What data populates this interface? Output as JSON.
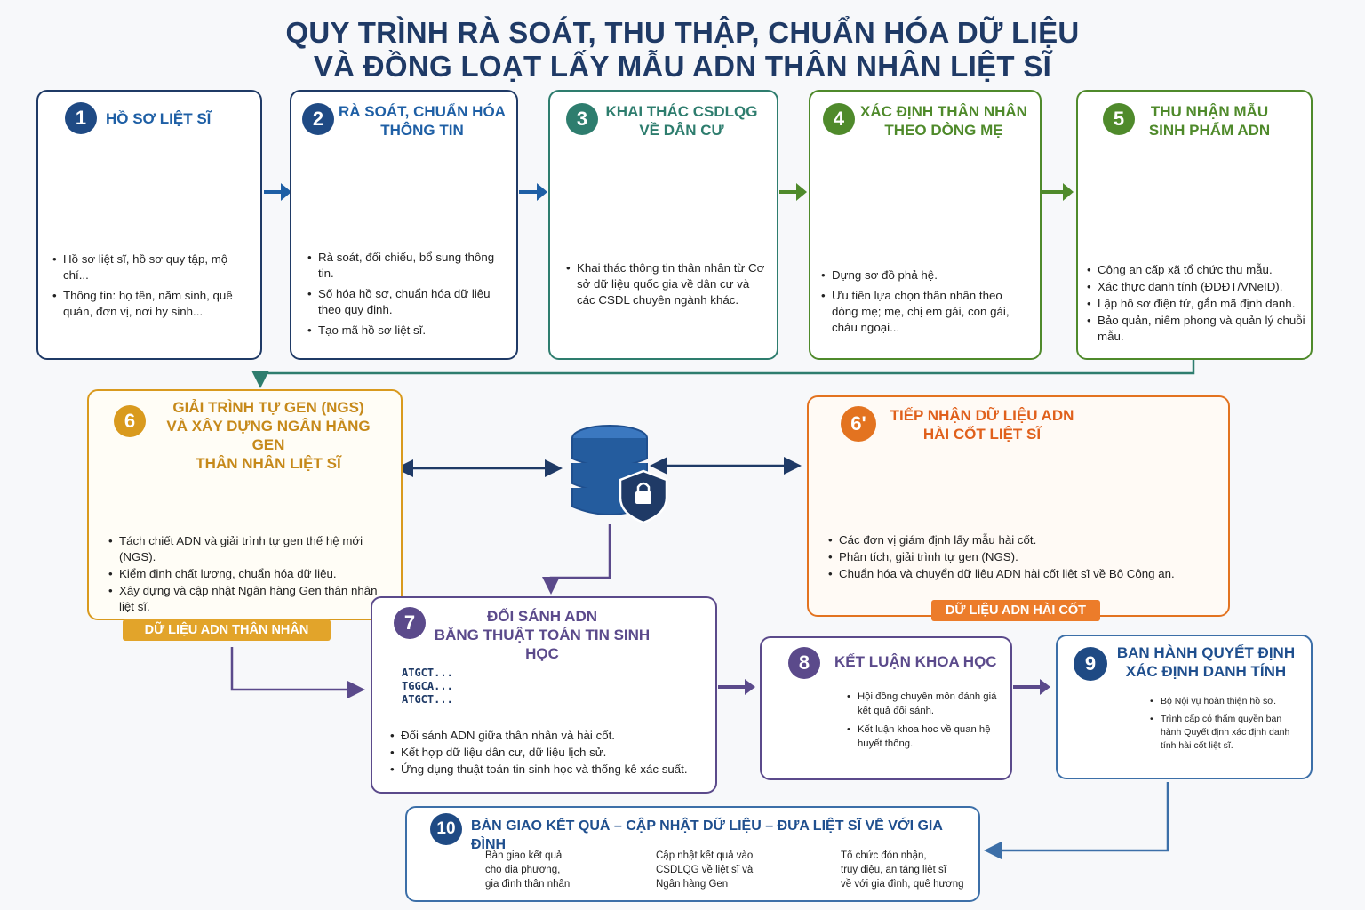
{
  "title": {
    "line1": "QUY TRÌNH RÀ SOÁT, THU THẬP, CHUẨN HÓA DỮ LIỆU",
    "line2": "VÀ ĐỒNG LOẠT LẤY MẪU ADN THÂN NHÂN LIỆT SĨ"
  },
  "colors": {
    "navy": "#1f3a66",
    "blue": "#1e5fa5",
    "teal": "#2e7d6e",
    "green": "#4f8a2b",
    "gold": "#d99a1e",
    "orange": "#e37320",
    "purple": "#5b4a8b",
    "steel": "#3c6fa8"
  },
  "steps": {
    "s1": {
      "num": "1",
      "title": "HỒ SƠ LIỆT SĨ",
      "b1": "Hồ sơ liệt sĩ, hồ sơ quy tập, mộ chí...",
      "b2": "Thông tin: họ tên, năm sinh, quê quán, đơn vị, nơi hy sinh..."
    },
    "s2": {
      "num": "2",
      "title_l1": "RÀ SOÁT, CHUẨN HÓA",
      "title_l2": "THÔNG TIN",
      "b1": "Rà soát, đối chiếu, bổ sung thông tin.",
      "b2": "Số hóa hồ sơ, chuẩn hóa dữ liệu theo quy định.",
      "b3": "Tạo mã hồ sơ liệt sĩ."
    },
    "s3": {
      "num": "3",
      "title_l1": "KHAI THÁC CSDLQG",
      "title_l2": "VỀ DÂN CƯ",
      "b1": "Khai thác thông tin thân nhân từ Cơ sở dữ liệu quốc gia về dân cư và các CSDL chuyên ngành khác."
    },
    "s4": {
      "num": "4",
      "title_l1": "XÁC ĐỊNH THÂN NHÂN",
      "title_l2": "THEO DÒNG MẸ",
      "b1": "Dựng sơ đồ phả hệ.",
      "b2": "Ưu tiên lựa chọn thân nhân theo dòng mẹ; mẹ, chị em gái, con gái, cháu ngoại..."
    },
    "s5": {
      "num": "5",
      "title_l1": "THU NHẬN MẪU",
      "title_l2": "SINH PHẨM ADN",
      "b1": "Công an cấp xã tổ chức thu mẫu.",
      "b2": "Xác thực danh tính (ĐDĐT/VNeID).",
      "b3": "Lập hồ sơ điện tử, gắn mã định danh.",
      "b4": "Bảo quản, niêm phong và quản lý chuỗi mẫu."
    },
    "s6": {
      "num": "6",
      "title_l1": "GIẢI TRÌNH TỰ GEN (NGS)",
      "title_l2": "VÀ XÂY DỰNG NGÂN HÀNG GEN",
      "title_l3": "THÂN NHÂN LIỆT SĨ",
      "b1": "Tách chiết ADN và giải trình tự gen thế hệ mới (NGS).",
      "b2": "Kiểm định chất lượng, chuẩn hóa dữ liệu.",
      "b3": "Xây dựng và cập nhật Ngân hàng Gen thân nhân liệt sĩ.",
      "banner": "DỮ LIỆU ADN THÂN NHÂN"
    },
    "s6b": {
      "num": "6'",
      "title_l1": "TIẾP NHẬN DỮ LIỆU ADN",
      "title_l2": "HÀI CỐT LIỆT SĨ",
      "b1": "Các đơn vị giám định lấy mẫu hài cốt.",
      "b2": "Phân tích, giải trình tự gen (NGS).",
      "b3": "Chuẩn hóa và chuyển dữ liệu ADN hài cốt liệt sĩ về Bộ Công an.",
      "banner": "DỮ LIỆU ADN HÀI CỐT"
    },
    "s7": {
      "num": "7",
      "title_l1": "ĐỐI SÁNH ADN",
      "title_l2": "BẰNG THUẬT TOÁN TIN SINH HỌC",
      "seq1": "ATGCT...",
      "seq2": "TGGCA...",
      "seq3": "ATGCT...",
      "b1": "Đối sánh ADN giữa thân nhân và hài cốt.",
      "b2": "Kết hợp dữ liệu dân cư, dữ liệu lịch sử.",
      "b3": "Ứng dụng thuật toán tin sinh học và thống kê xác suất."
    },
    "s8": {
      "num": "8",
      "title": "KẾT LUẬN KHOA HỌC",
      "b1": "Hội đồng chuyên môn đánh giá kết quả đối sánh.",
      "b2": "Kết luận khoa học về quan hệ huyết thống."
    },
    "s9": {
      "num": "9",
      "title_l1": "BAN HÀNH QUYẾT ĐỊNH",
      "title_l2": "XÁC ĐỊNH DANH TÍNH",
      "b1": "Bộ Nội vụ hoàn thiện hồ sơ.",
      "b2": "Trình cấp có thẩm quyền ban hành Quyết định xác định danh tính hài cốt liệt sĩ."
    },
    "s10": {
      "num": "10",
      "title": "BÀN GIAO KẾT QUẢ – CẬP NHẬT DỮ LIỆU – ĐƯA LIỆT SĨ VỀ VỚI GIA ĐÌNH",
      "p1_l1": "Bàn giao kết quả",
      "p1_l2": "cho địa phương,",
      "p1_l3": "gia đình thân nhân",
      "p2_l1": "Cập nhật kết quả vào",
      "p2_l2": "CSDLQG về liệt sĩ và",
      "p2_l3": "Ngân hàng Gen",
      "p3_l1": "Tổ chức đón nhận,",
      "p3_l2": "truy điệu, an táng liệt sĩ",
      "p3_l3": "về với gia đình, quê hương"
    }
  },
  "icons": {
    "s1": "document-folder-icon",
    "s2": "monitor-checklist-icon",
    "s3": "database-emblem-icon",
    "s4": "family-tree-icon",
    "s5": "sample-tube-dna-icon",
    "s6": "sequencer-icon",
    "center": "secure-database-icon",
    "s6b": "bone-tube-sequencer-icon",
    "s7": "dna-network-match-icon",
    "s8": "document-magnifier-icon",
    "s9": "government-building-icon",
    "s10": "folder-database-family-icon"
  }
}
